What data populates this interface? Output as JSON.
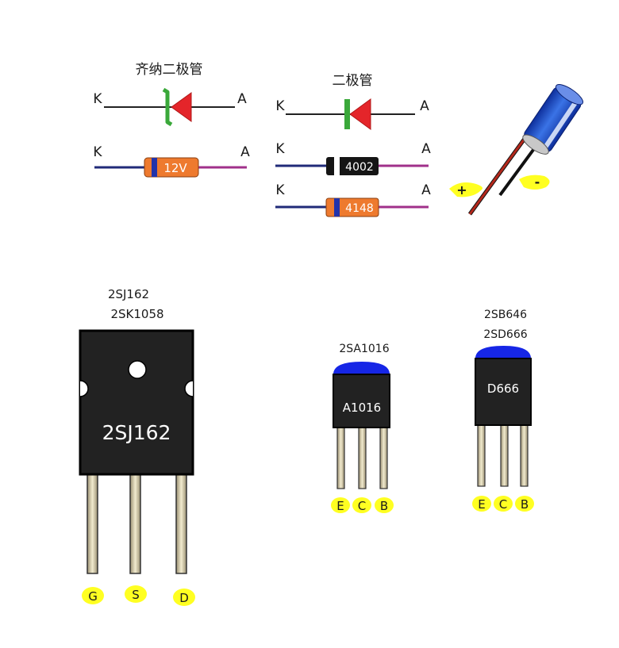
{
  "zener": {
    "title": "齐纳二极管",
    "k": "K",
    "a": "A",
    "k2": "K",
    "a2": "A",
    "code": "12V"
  },
  "diode": {
    "title": "二极管",
    "k": "K",
    "a": "A",
    "k2": "K",
    "a2": "A",
    "code1": "4002",
    "k3": "K",
    "a3": "A",
    "code2": "4148"
  },
  "capacitor": {
    "plus": "+",
    "minus": "-"
  },
  "mosfet": {
    "line1": "2SJ162",
    "line2": "2SK1058",
    "body": "2SJ162",
    "pins": [
      "G",
      "S",
      "D"
    ]
  },
  "t1016": {
    "label": "2SA1016",
    "body": "A1016",
    "pins": [
      "E",
      "C",
      "B"
    ]
  },
  "t666": {
    "line1": "2SB646",
    "line2": "2SD666",
    "body": "D666",
    "pins": [
      "E",
      "C",
      "B"
    ]
  },
  "colors": {
    "diode_red": "#e4252a",
    "zener_green": "#3aa83a",
    "resistor_orange": "#ee7a2e",
    "band_blue": "#2233aa",
    "lead_navy": "#202a78",
    "lead_magenta": "#a0308a",
    "cap_blue": "#1f4fc8",
    "tip_blue": "#1626e6",
    "pin_yellow": "#ffff22",
    "pkg_black": "#222222"
  }
}
